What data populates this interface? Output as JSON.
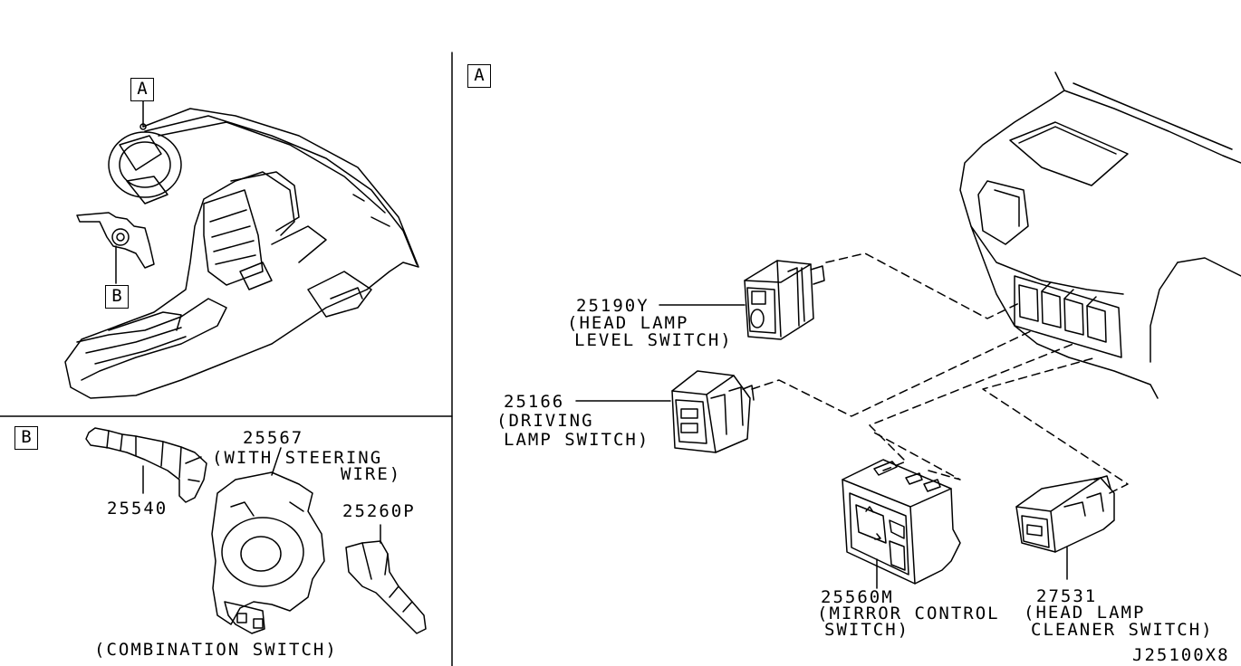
{
  "view_labels": {
    "top_left": "A",
    "top_left_b": "B",
    "right": "A",
    "bottom_left": "B"
  },
  "parts": {
    "p25567": {
      "number": "25567",
      "desc1": "(WITH STEERING",
      "desc2": "WIRE)"
    },
    "p25540": {
      "number": "25540"
    },
    "p25260p": {
      "number": "25260P"
    },
    "combination": {
      "desc": "(COMBINATION SWITCH)"
    },
    "p25190y": {
      "number": "25190Y",
      "desc1": "(HEAD LAMP",
      "desc2": "LEVEL SWITCH)"
    },
    "p25166": {
      "number": "25166",
      "desc1": "(DRIVING",
      "desc2": "LAMP SWITCH)"
    },
    "p25560m": {
      "number": "25560M",
      "desc1": "(MIRROR CONTROL",
      "desc2": "SWITCH)"
    },
    "p27531": {
      "number": "27531",
      "desc1": "(HEAD LAMP",
      "desc2": "CLEANER SWITCH)"
    }
  },
  "diagram_code": "J25100X8"
}
